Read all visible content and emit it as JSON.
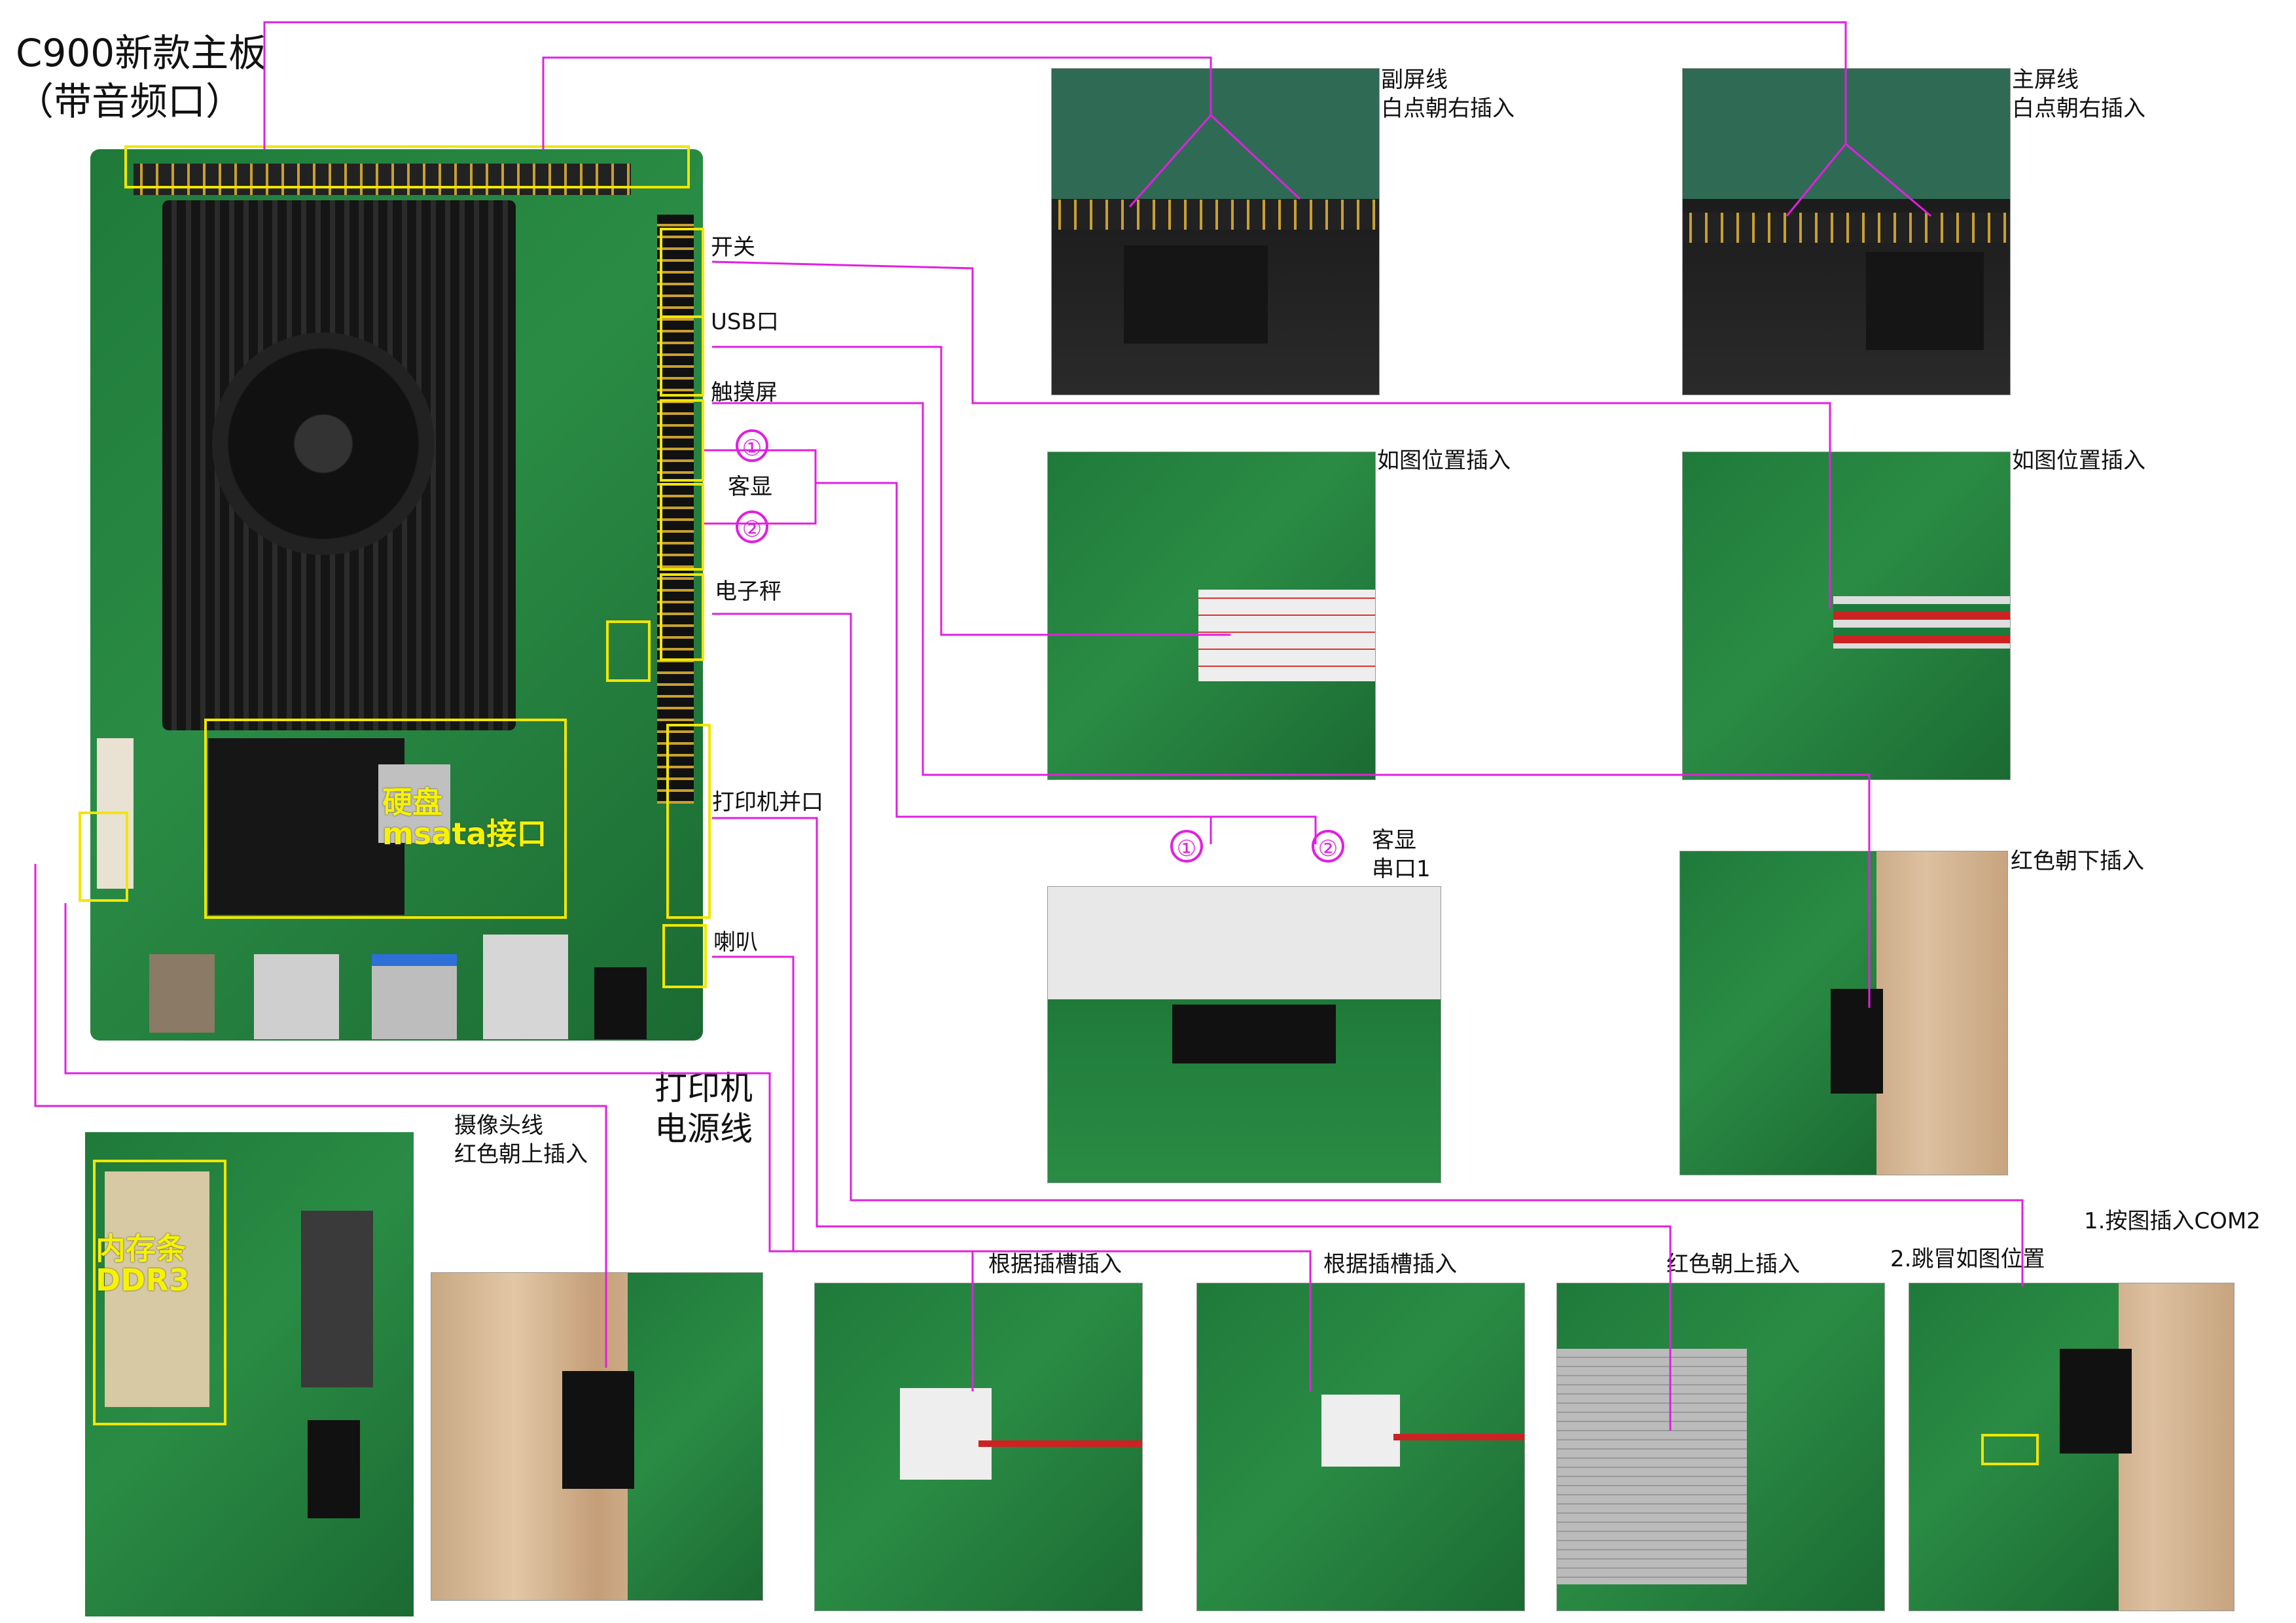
{
  "board": {
    "title_line1": "C900新款主板",
    "title_line2": "（带音频口）"
  },
  "port_labels": {
    "switch": "开关",
    "usb": "USB口",
    "touch": "触摸屏",
    "customer_display": "客显",
    "scale": "电子秤",
    "printer_parallel": "打印机并口",
    "speaker": "喇叭",
    "printer_power": "打印机\n电源线",
    "hdd": "硬盘\nmsata接口",
    "memory": "内存条\nDDR3"
  },
  "markers": {
    "one": "①",
    "two": "②"
  },
  "photo_captions": {
    "sub_screen": "副屏线\n白点朝右插入",
    "main_screen": "主屏线\n白点朝右插入",
    "as_shown_1": "如图位置插入",
    "as_shown_2": "如图位置插入",
    "customer_serial": "客显\n串口1",
    "red_down": "红色朝下插入",
    "camera": "摄像头线\n红色朝上插入",
    "slot_1": "根据插槽插入",
    "slot_2": "根据插槽插入",
    "red_up": "红色朝上插入",
    "com2_step1": "1.按图插入COM2",
    "com2_step2": "2.跳冒如图位置"
  },
  "colors": {
    "callout_line": "#e020e0",
    "highlight_box": "#f2e600",
    "label_yellow": "#f6f200"
  }
}
